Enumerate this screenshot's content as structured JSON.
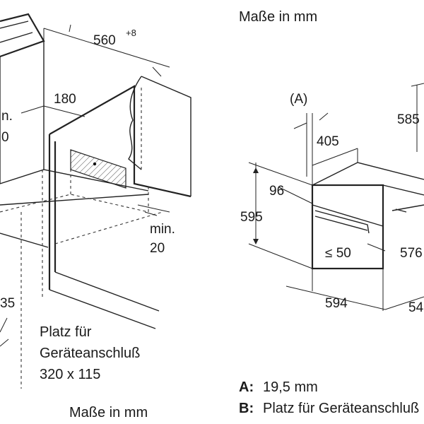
{
  "left_diagram": {
    "dim_width": "560",
    "dim_width_sup": "+8",
    "dim_180": "180",
    "dim_min_left_1": "n.",
    "dim_min_left_2": "0",
    "dim_min_right_1": "min.",
    "dim_min_right_2": "20",
    "dim_bottom_left": "35",
    "connection_line1": "Platz für",
    "connection_line2": "Geräteanschluß",
    "connection_line3": "320 x 115",
    "units_caption": "Maße in mm"
  },
  "right_diagram": {
    "units_caption": "Maße in mm",
    "label_A": "(A)",
    "dim_585": "585",
    "dim_405": "405",
    "dim_96": "96",
    "dim_595": "595",
    "dim_le50": "≤ 50",
    "dim_576": "576",
    "dim_594": "594",
    "dim_548": "54",
    "legend_A_key": "A:",
    "legend_A_text": "19,5 mm",
    "legend_B_key": "B:",
    "legend_B_text": "Platz für Geräteanschluß"
  }
}
